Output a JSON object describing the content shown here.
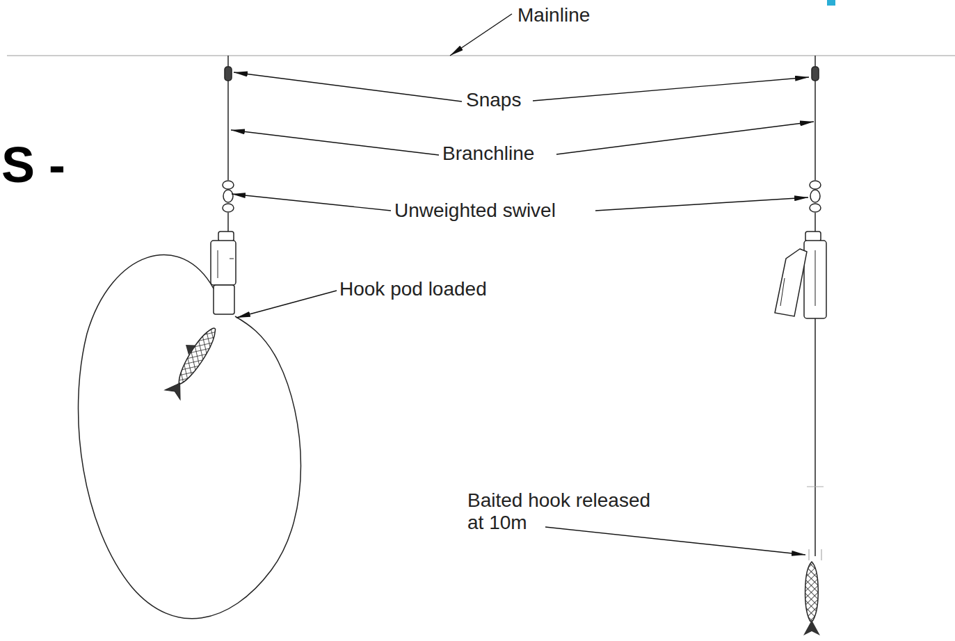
{
  "diagram": {
    "labels": [
      "S -",
      "Mainline",
      "Snaps",
      "Branchline",
      "Unweighted swivel",
      "Hook pod loaded",
      "Baited hook released at 10m"
    ]
  }
}
